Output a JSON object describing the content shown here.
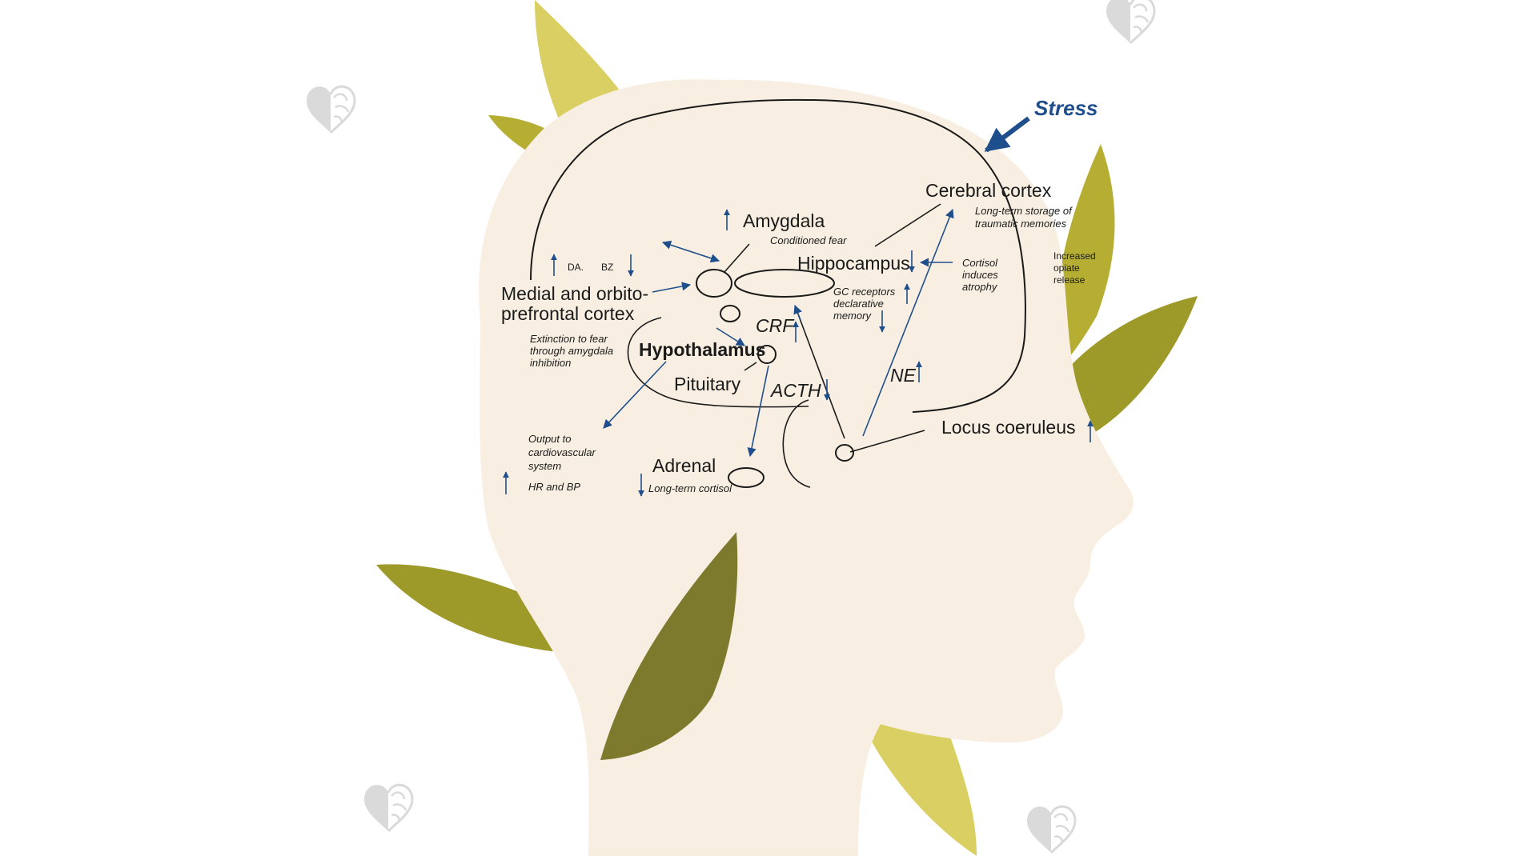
{
  "stress": "Stress",
  "regions": {
    "cerebral_cortex": "Cerebral cortex",
    "amygdala": "Amygdala",
    "hippocampus": "Hippocampus",
    "medial_prefrontal_line1": "Medial and orbito-",
    "medial_prefrontal_line2": "prefrontal cortex",
    "hypothalamus": "Hypothalamus",
    "pituitary": "Pituitary",
    "adrenal": "Adrenal",
    "locus_coeruleus": "Locus coeruleus",
    "crf": "CRF",
    "acth": "ACTH",
    "ne": "NE"
  },
  "notes": {
    "long_term_storage_1": "Long-term storage of",
    "long_term_storage_2": "traumatic memories",
    "conditioned_fear": "Conditioned fear",
    "cortisol_1": "Cortisol",
    "cortisol_2": "induces",
    "cortisol_3": "atrophy",
    "gc_1": "GC receptors",
    "gc_2": "declarative",
    "gc_3": "memory",
    "da": "DA.",
    "bz": "BZ",
    "extinction_1": "Extinction to fear",
    "extinction_2": "through amygdala",
    "extinction_3": "inhibition",
    "output_1": "Output to",
    "output_2": "cardiovascular",
    "output_3": "system",
    "hr_bp": "HR and BP",
    "long_term_cortisol": "Long-term cortisol",
    "opiate_1": "Increased",
    "opiate_2": "opiate",
    "opiate_3": "release"
  },
  "colors": {
    "head": "#f8efe2",
    "leaf_light": "#d9cf62",
    "leaf_mid": "#b6ae32",
    "leaf_olive": "#9e9a2a",
    "leaf_dark": "#7d7a2e",
    "accent_blue": "#1f4e8c",
    "watermark": "#d6d6d6"
  },
  "icons": [
    "heart-brain-icon"
  ]
}
